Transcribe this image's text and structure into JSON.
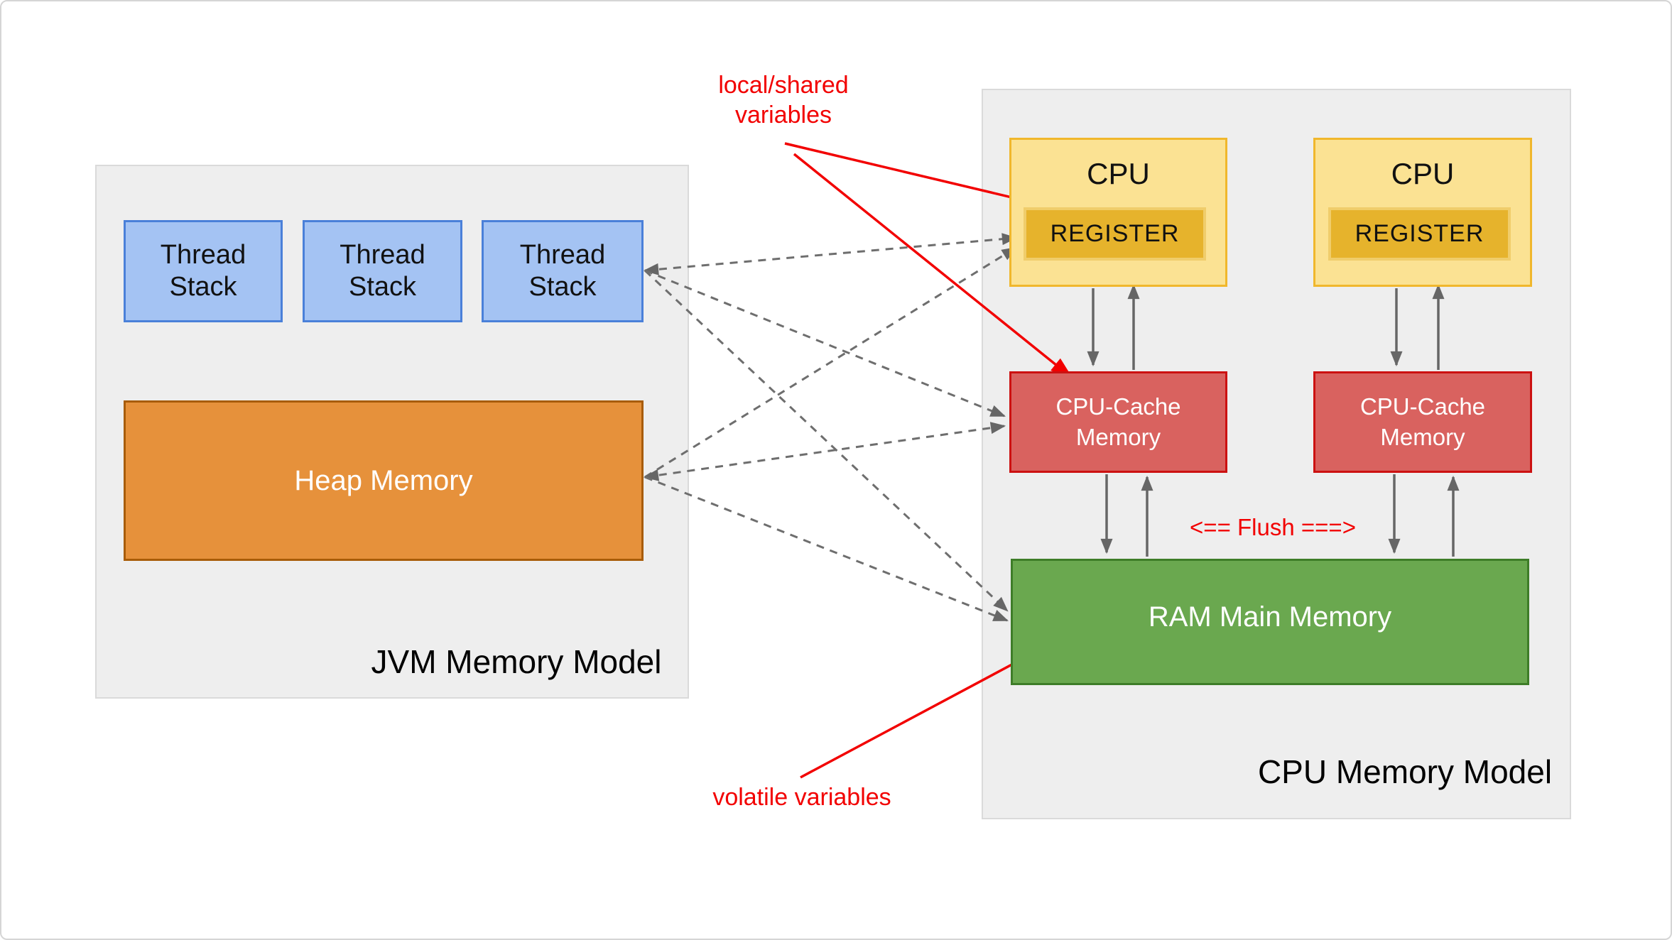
{
  "colors": {
    "panel-fill": "#eeeeee",
    "panel-border": "#dadada",
    "thread-fill": "#a4c3f3",
    "thread-border": "#4a80d9",
    "heap-fill": "#e6913b",
    "heap-border": "#a85c08",
    "cpu-fill": "#fbe293",
    "cpu-border": "#f0b72c",
    "register-fill": "#e6b32c",
    "register-border": "#f0cd6b",
    "cache-fill": "#d9625f",
    "cache-border": "#cc1111",
    "ram-fill": "#6aa84f",
    "ram-border": "#3e7d28",
    "arrow-gray": "#666666",
    "dashed-gray": "#6e6e6e",
    "annotation-red": "#f20000"
  },
  "jvm_panel": {
    "title": "JVM Memory Model",
    "thread_stacks": [
      "Thread\nStack",
      "Thread\nStack",
      "Thread\nStack"
    ],
    "heap_label": "Heap Memory"
  },
  "cpu_panel": {
    "title": "CPU Memory Model",
    "cpus": [
      {
        "label": "CPU",
        "register": "REGISTER",
        "cache": "CPU-Cache\nMemory"
      },
      {
        "label": "CPU",
        "register": "REGISTER",
        "cache": "CPU-Cache\nMemory"
      }
    ],
    "ram_label": "RAM Main Memory",
    "flush_label": "<== Flush ===>"
  },
  "annotations": {
    "local_shared": "local/shared\nvariables",
    "volatile_vars": "volatile variables"
  }
}
